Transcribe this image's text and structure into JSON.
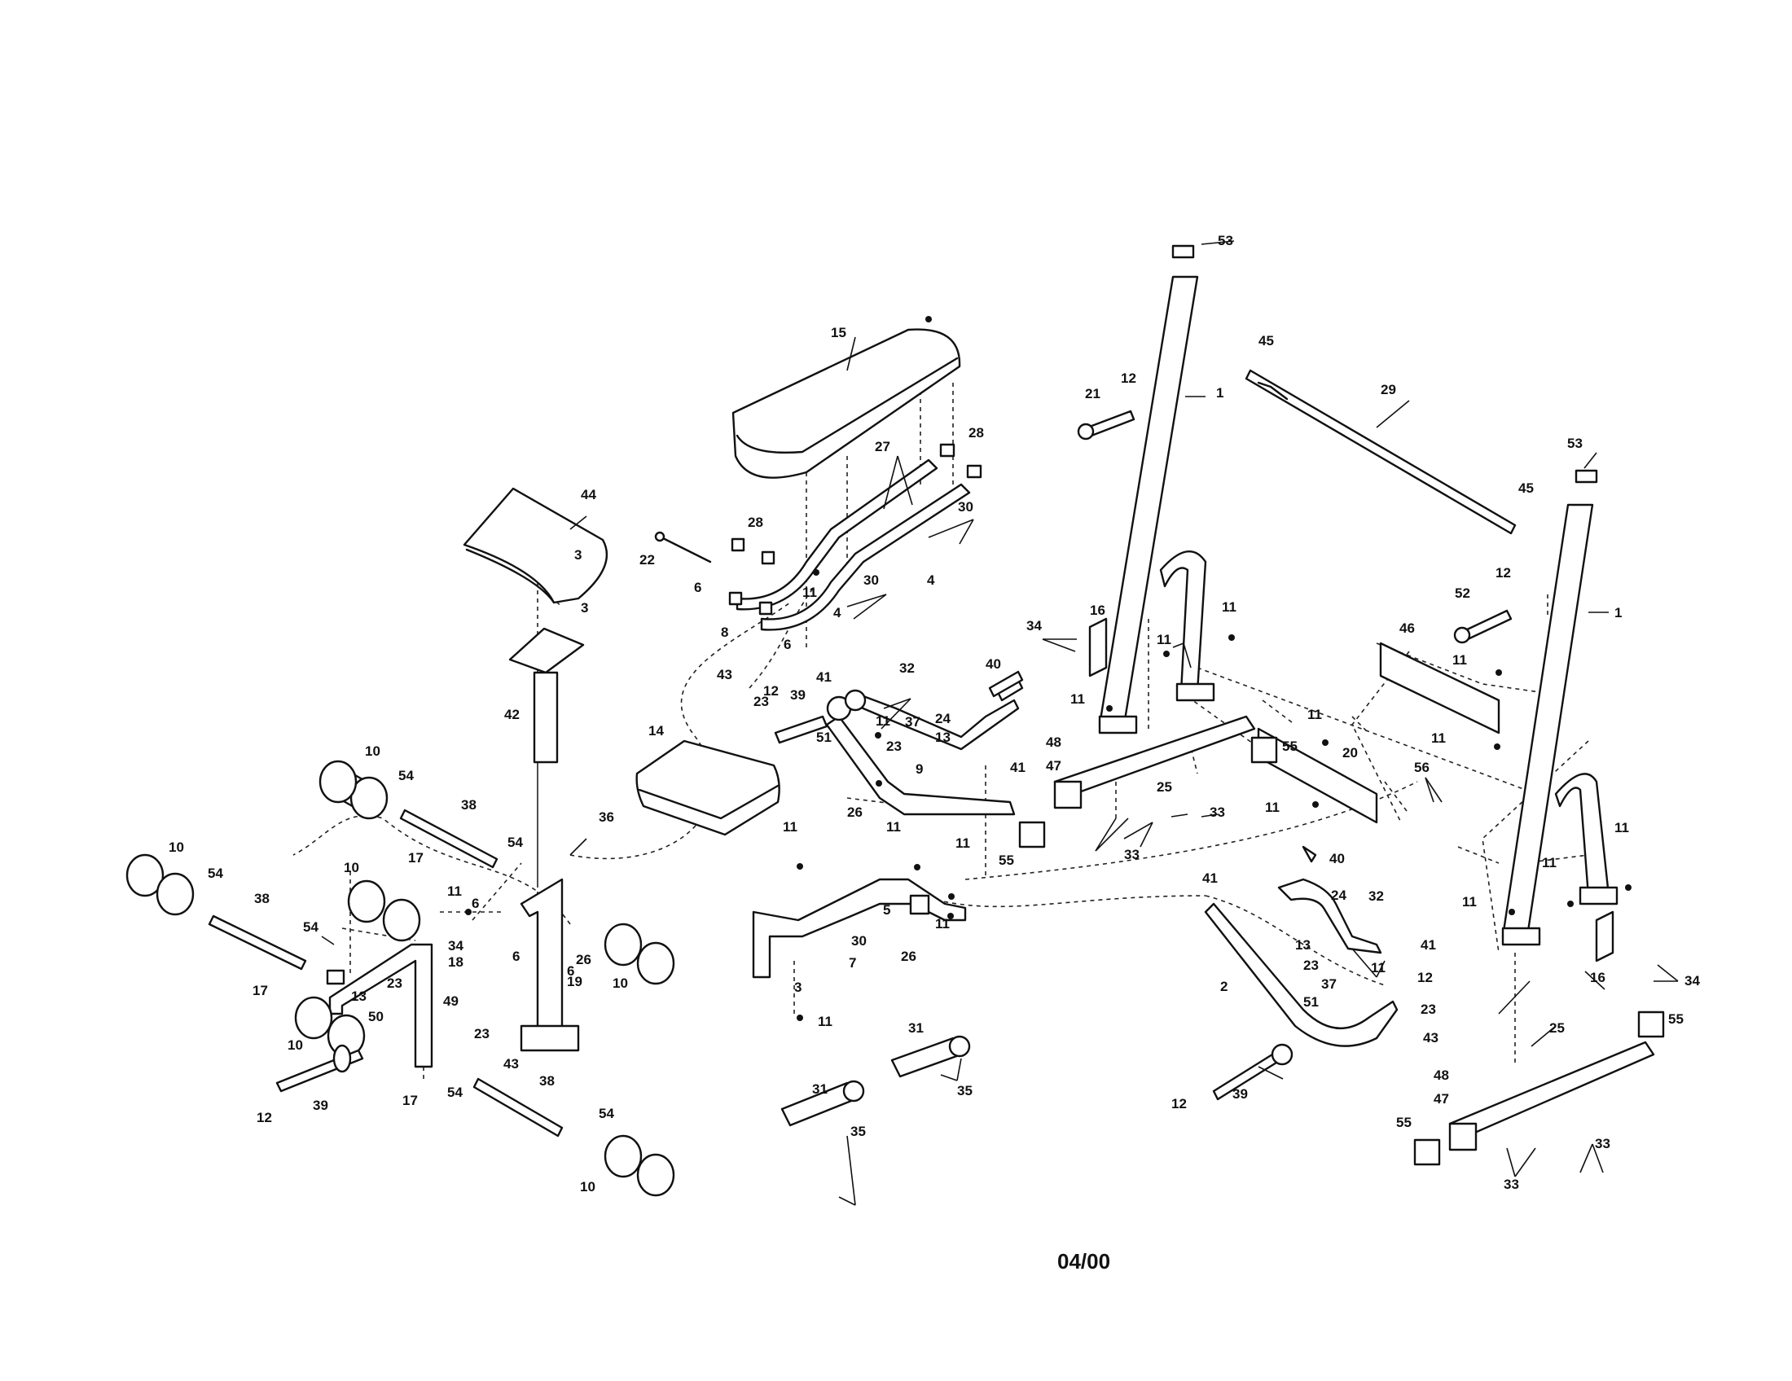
{
  "diagram": {
    "date_code": "04/00",
    "callouts": [
      {
        "id": "c1",
        "text": "1"
      },
      {
        "id": "c2",
        "text": "1"
      },
      {
        "id": "c3",
        "text": "2"
      },
      {
        "id": "c4",
        "text": "3"
      },
      {
        "id": "c5",
        "text": "3"
      },
      {
        "id": "c6",
        "text": "3"
      },
      {
        "id": "c7",
        "text": "4"
      },
      {
        "id": "c8",
        "text": "4"
      },
      {
        "id": "c9",
        "text": "5"
      },
      {
        "id": "c10",
        "text": "6"
      },
      {
        "id": "c11",
        "text": "6"
      },
      {
        "id": "c12",
        "text": "6"
      },
      {
        "id": "c13",
        "text": "6"
      },
      {
        "id": "c14",
        "text": "6"
      },
      {
        "id": "c15",
        "text": "7"
      },
      {
        "id": "c16",
        "text": "8"
      },
      {
        "id": "c17",
        "text": "9"
      },
      {
        "id": "c18",
        "text": "10"
      },
      {
        "id": "c19",
        "text": "10"
      },
      {
        "id": "c20",
        "text": "10"
      },
      {
        "id": "c21",
        "text": "10"
      },
      {
        "id": "c22",
        "text": "10"
      },
      {
        "id": "c23",
        "text": "10"
      },
      {
        "id": "c24",
        "text": "11"
      },
      {
        "id": "c25",
        "text": "11"
      },
      {
        "id": "c26",
        "text": "11"
      },
      {
        "id": "c27",
        "text": "11"
      },
      {
        "id": "c28",
        "text": "11"
      },
      {
        "id": "c29",
        "text": "11"
      },
      {
        "id": "c30",
        "text": "11"
      },
      {
        "id": "c31",
        "text": "11"
      },
      {
        "id": "c32",
        "text": "11"
      },
      {
        "id": "c33",
        "text": "11"
      },
      {
        "id": "c34",
        "text": "11"
      },
      {
        "id": "c35",
        "text": "11"
      },
      {
        "id": "c36",
        "text": "11"
      },
      {
        "id": "c37",
        "text": "11"
      },
      {
        "id": "c38",
        "text": "11"
      },
      {
        "id": "c39",
        "text": "11"
      },
      {
        "id": "c40",
        "text": "11"
      },
      {
        "id": "c41",
        "text": "11"
      },
      {
        "id": "c42",
        "text": "11"
      },
      {
        "id": "c43",
        "text": "11"
      },
      {
        "id": "c44",
        "text": "12"
      },
      {
        "id": "c45",
        "text": "12"
      },
      {
        "id": "c46",
        "text": "12"
      },
      {
        "id": "c47",
        "text": "12"
      },
      {
        "id": "c48",
        "text": "12"
      },
      {
        "id": "c49",
        "text": "12"
      },
      {
        "id": "c50",
        "text": "13"
      },
      {
        "id": "c51",
        "text": "13"
      },
      {
        "id": "c52",
        "text": "13"
      },
      {
        "id": "c53",
        "text": "14"
      },
      {
        "id": "c54",
        "text": "15"
      },
      {
        "id": "c55",
        "text": "16"
      },
      {
        "id": "c56",
        "text": "16"
      },
      {
        "id": "c57",
        "text": "17"
      },
      {
        "id": "c58",
        "text": "17"
      },
      {
        "id": "c59",
        "text": "17"
      },
      {
        "id": "c60",
        "text": "18"
      },
      {
        "id": "c61",
        "text": "19"
      },
      {
        "id": "c62",
        "text": "20"
      },
      {
        "id": "c63",
        "text": "21"
      },
      {
        "id": "c64",
        "text": "22"
      },
      {
        "id": "c65",
        "text": "23"
      },
      {
        "id": "c66",
        "text": "23"
      },
      {
        "id": "c67",
        "text": "23"
      },
      {
        "id": "c68",
        "text": "23"
      },
      {
        "id": "c69",
        "text": "23"
      },
      {
        "id": "c70",
        "text": "23"
      },
      {
        "id": "c71",
        "text": "24"
      },
      {
        "id": "c72",
        "text": "24"
      },
      {
        "id": "c73",
        "text": "25"
      },
      {
        "id": "c74",
        "text": "25"
      },
      {
        "id": "c75",
        "text": "26"
      },
      {
        "id": "c76",
        "text": "26"
      },
      {
        "id": "c77",
        "text": "26"
      },
      {
        "id": "c78",
        "text": "27"
      },
      {
        "id": "c79",
        "text": "28"
      },
      {
        "id": "c80",
        "text": "28"
      },
      {
        "id": "c81",
        "text": "29"
      },
      {
        "id": "c82",
        "text": "30"
      },
      {
        "id": "c83",
        "text": "30"
      },
      {
        "id": "c84",
        "text": "30"
      },
      {
        "id": "c85",
        "text": "31"
      },
      {
        "id": "c86",
        "text": "31"
      },
      {
        "id": "c87",
        "text": "32"
      },
      {
        "id": "c88",
        "text": "32"
      },
      {
        "id": "c89",
        "text": "33"
      },
      {
        "id": "c90",
        "text": "33"
      },
      {
        "id": "c91",
        "text": "33"
      },
      {
        "id": "c92",
        "text": "33"
      },
      {
        "id": "c93",
        "text": "34"
      },
      {
        "id": "c94",
        "text": "34"
      },
      {
        "id": "c95",
        "text": "34"
      },
      {
        "id": "c96",
        "text": "35"
      },
      {
        "id": "c97",
        "text": "35"
      },
      {
        "id": "c98",
        "text": "36"
      },
      {
        "id": "c99",
        "text": "37"
      },
      {
        "id": "c100",
        "text": "37"
      },
      {
        "id": "c101",
        "text": "38"
      },
      {
        "id": "c102",
        "text": "38"
      },
      {
        "id": "c103",
        "text": "38"
      },
      {
        "id": "c104",
        "text": "39"
      },
      {
        "id": "c105",
        "text": "39"
      },
      {
        "id": "c106",
        "text": "39"
      },
      {
        "id": "c107",
        "text": "40"
      },
      {
        "id": "c108",
        "text": "40"
      },
      {
        "id": "c109",
        "text": "41"
      },
      {
        "id": "c110",
        "text": "41"
      },
      {
        "id": "c111",
        "text": "41"
      },
      {
        "id": "c112",
        "text": "41"
      },
      {
        "id": "c113",
        "text": "42"
      },
      {
        "id": "c114",
        "text": "43"
      },
      {
        "id": "c115",
        "text": "43"
      },
      {
        "id": "c116",
        "text": "43"
      },
      {
        "id": "c117",
        "text": "44"
      },
      {
        "id": "c118",
        "text": "45"
      },
      {
        "id": "c119",
        "text": "45"
      },
      {
        "id": "c120",
        "text": "46"
      },
      {
        "id": "c121",
        "text": "47"
      },
      {
        "id": "c122",
        "text": "47"
      },
      {
        "id": "c123",
        "text": "48"
      },
      {
        "id": "c124",
        "text": "48"
      },
      {
        "id": "c125",
        "text": "49"
      },
      {
        "id": "c126",
        "text": "50"
      },
      {
        "id": "c127",
        "text": "51"
      },
      {
        "id": "c128",
        "text": "51"
      },
      {
        "id": "c129",
        "text": "52"
      },
      {
        "id": "c130",
        "text": "53"
      },
      {
        "id": "c131",
        "text": "53"
      },
      {
        "id": "c132",
        "text": "54"
      },
      {
        "id": "c133",
        "text": "54"
      },
      {
        "id": "c134",
        "text": "54"
      },
      {
        "id": "c135",
        "text": "54"
      },
      {
        "id": "c136",
        "text": "54"
      },
      {
        "id": "c137",
        "text": "54"
      },
      {
        "id": "c138",
        "text": "55"
      },
      {
        "id": "c139",
        "text": "55"
      },
      {
        "id": "c140",
        "text": "55"
      },
      {
        "id": "c141",
        "text": "55"
      },
      {
        "id": "c142",
        "text": "56"
      }
    ]
  }
}
